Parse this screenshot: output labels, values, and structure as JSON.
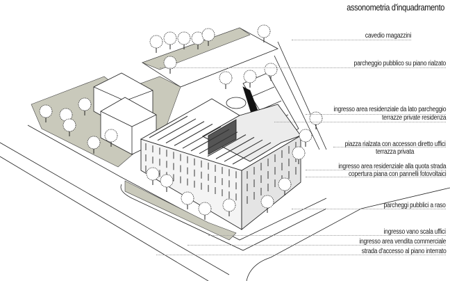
{
  "title": "assonometria d'inquadramento",
  "labels": [
    {
      "text": "cavedio  magazzini"
    },
    {
      "text": "parcheggio pubblico su piano rialzato"
    },
    {
      "text": "ingresso area residenziale da lato parcheggio"
    },
    {
      "text": "terrazze private residenza"
    },
    {
      "text": "piazza rialzata con accesson diretto uffici"
    },
    {
      "text": "terrazza privata"
    },
    {
      "text": "ingresso area residenziale alla quota strada"
    },
    {
      "text": "copertura piana con pannelli fotovoltaici"
    },
    {
      "text": "parcheggi pubblici a raso"
    },
    {
      "text": "ingresso vano scala uffici"
    },
    {
      "text": "ingresso area vendita commerciale"
    },
    {
      "text": "strada d'accesso al piano interrato"
    }
  ],
  "colors": {
    "ground": "#c9c9bb",
    "line": "#222222",
    "leader": "#9a9a9a"
  }
}
